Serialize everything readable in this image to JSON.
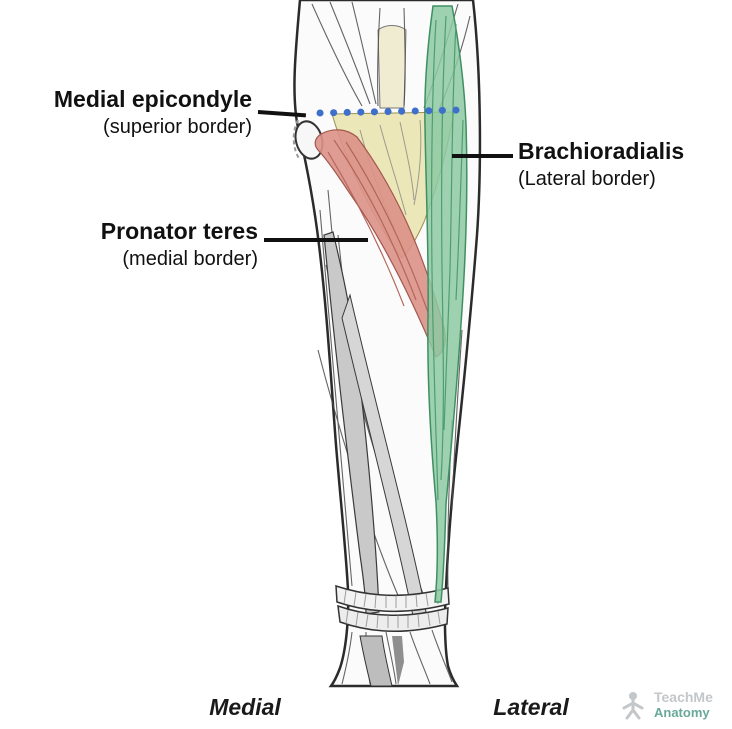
{
  "labels": {
    "medial_epicondyle": {
      "title": "Medial epicondyle",
      "subtitle": "(superior border)"
    },
    "brachioradialis": {
      "title": "Brachioradialis",
      "subtitle": "(Lateral border)"
    },
    "pronator_teres": {
      "title": "Pronator teres",
      "subtitle": "(medial border)"
    }
  },
  "orientation": {
    "left": "Medial",
    "right": "Lateral"
  },
  "logo": {
    "top": "TeachMe",
    "bottom": "Anatomy"
  },
  "colors": {
    "brachioradialis_fill": "#8cc9a2",
    "pronator_fill": "#dc9187",
    "fossa_fill": "#e9e3ad",
    "superior_border_dots": "#3e6fca"
  }
}
